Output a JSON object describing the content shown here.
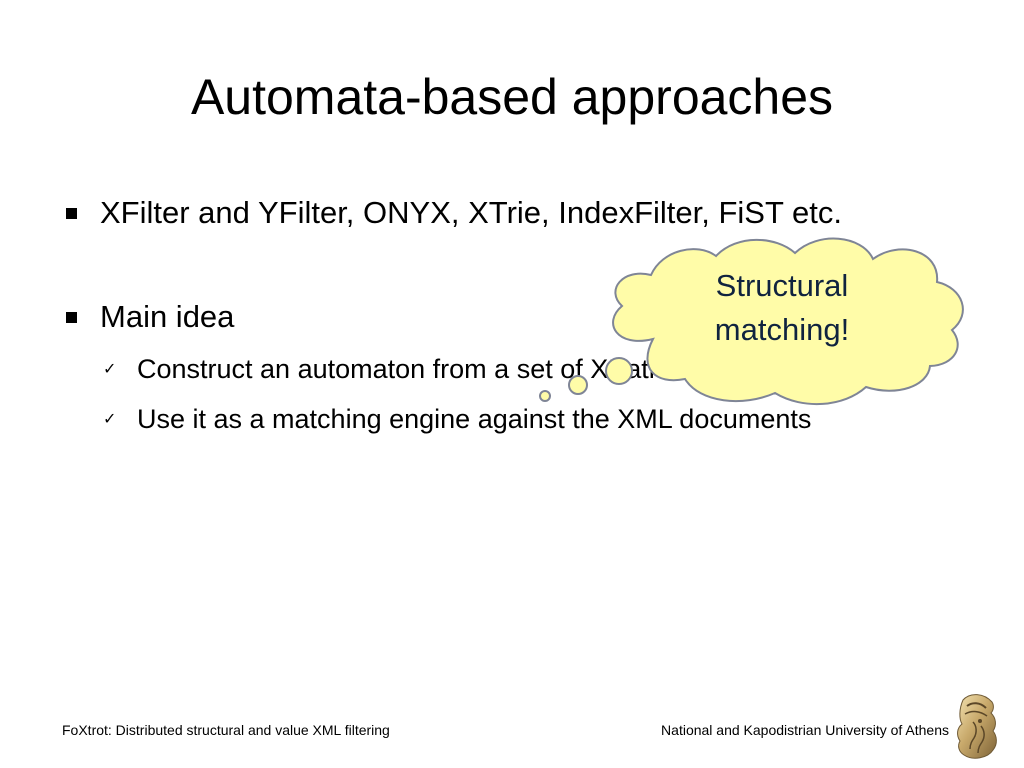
{
  "slide": {
    "title": "Automata-based approaches",
    "bullets": [
      {
        "text": "XFilter and YFilter, ONYX, XTrie, IndexFilter, FiST etc."
      },
      {
        "text": "Main idea",
        "subitems": [
          "Construct an automaton from a set of XPath/Xquery queries",
          "Use it as a matching engine against the XML documents"
        ]
      }
    ],
    "callout": {
      "line1": "Structural",
      "line2": "matching!"
    }
  },
  "footer": {
    "left": "FoXtrot: Distributed structural and value XML filtering",
    "right": "National and Kapodistrian University of Athens"
  },
  "icons": {
    "bullet": "square-bullet-icon",
    "check": "checkmark-icon",
    "logo": "athena-helmet-logo-icon"
  },
  "colors": {
    "cloud_fill": "#fffca8",
    "cloud_stroke": "#7f8596",
    "cloud_text": "#10233f"
  }
}
